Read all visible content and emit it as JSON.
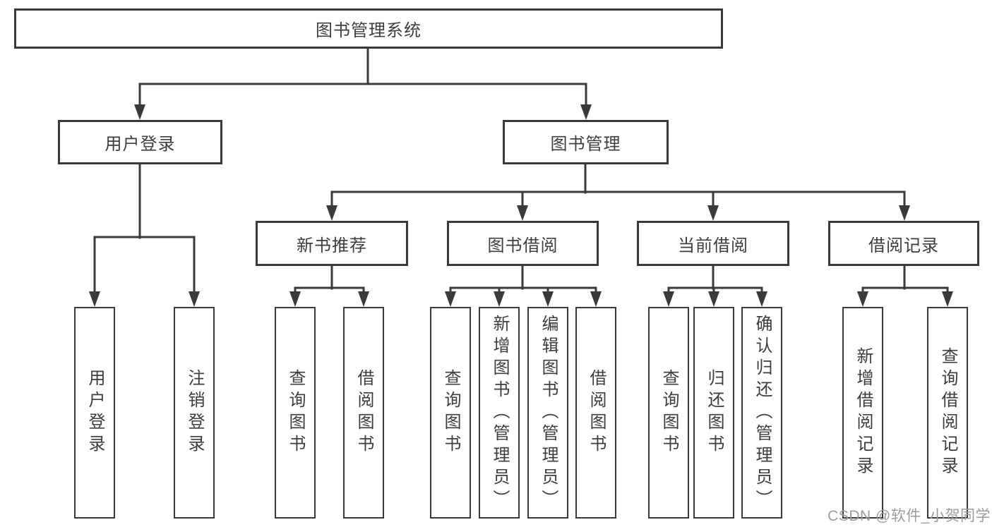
{
  "diagram": {
    "tree": {
      "label": "图书管理系统",
      "children": [
        {
          "label": "用户登录",
          "children": [
            {
              "label": "用户登录"
            },
            {
              "label": "注销登录"
            }
          ]
        },
        {
          "label": "图书管理",
          "children": [
            {
              "label": "新书推荐",
              "children": [
                {
                  "label": "查询图书"
                },
                {
                  "label": "借阅图书"
                }
              ]
            },
            {
              "label": "图书借阅",
              "children": [
                {
                  "label": "查询图书"
                },
                {
                  "label": "新增图书（管理员）"
                },
                {
                  "label": "编辑图书（管理员）"
                },
                {
                  "label": "借阅图书"
                }
              ]
            },
            {
              "label": "当前借阅",
              "children": [
                {
                  "label": "查询图书"
                },
                {
                  "label": "归还图书"
                },
                {
                  "label": "确认归还（管理员）"
                }
              ]
            },
            {
              "label": "借阅记录",
              "children": [
                {
                  "label": "新增借阅记录"
                },
                {
                  "label": "查询借阅记录"
                }
              ]
            }
          ]
        }
      ]
    },
    "colors": {
      "line": "#3a3a3a",
      "text": "#3d3d3d",
      "background": "#ffffff",
      "watermark": "#9c9c9c"
    }
  },
  "watermark": {
    "text": "CSDN @软件_小贺同学"
  }
}
